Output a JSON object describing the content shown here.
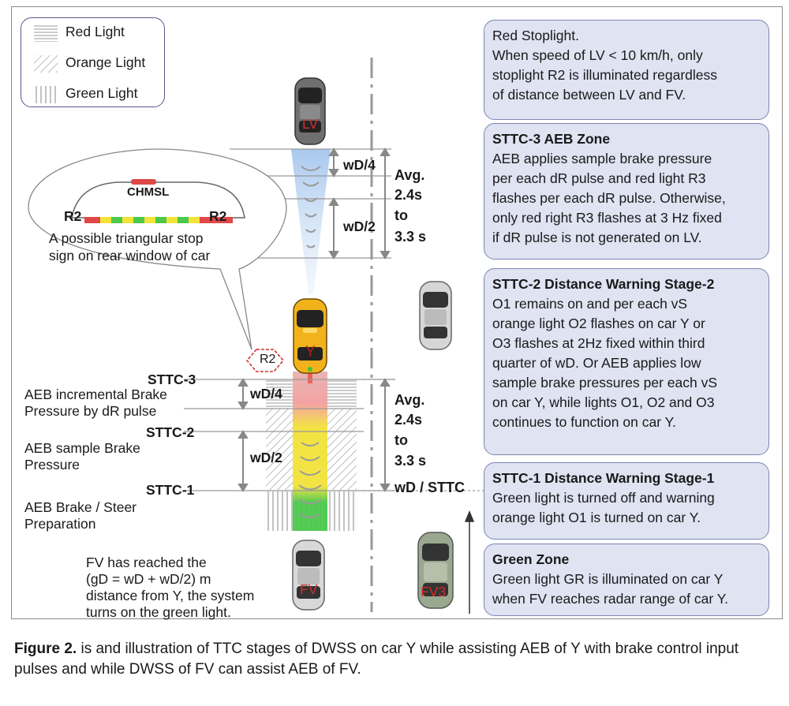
{
  "legend": {
    "red": "Red Light",
    "orange": "Orange Light",
    "green": "Green Light"
  },
  "cars": {
    "lv": "LV",
    "y": "Y",
    "fv": "FV",
    "fv3": "FV3"
  },
  "callout": {
    "chmsl": "CHMSL",
    "r2_left": "R2",
    "r2_right": "R2",
    "line1": "A possible triangular stop",
    "line2": "sign on rear window of car",
    "hex_label": "R2"
  },
  "upper_zone": {
    "wd4": "wD/4",
    "wd2": "wD/2",
    "avg1": "Avg.",
    "avg2": "2.4s",
    "avg3": "to",
    "avg4": "3.3 s"
  },
  "lower_zone": {
    "wd4": "wD/4",
    "wd2": "wD/2",
    "avg1": "Avg.",
    "avg2": "2.4s",
    "avg3": "to",
    "avg4": "3.3 s",
    "wd_sttc": "wD / STTC"
  },
  "stages": {
    "sttc3": "STTC-3",
    "sttc3_desc1": "AEB incremental Brake",
    "sttc3_desc2": "Pressure by dR pulse",
    "sttc2": "STTC-2",
    "sttc2_desc1": "AEB sample Brake",
    "sttc2_desc2": "Pressure",
    "sttc1": "STTC-1",
    "sttc1_desc1": "AEB Brake / Steer",
    "sttc1_desc2": "Preparation"
  },
  "fv_note": {
    "l1": "FV has reached the",
    "l2": "(gD = wD + wD/2) m",
    "l3": "distance from Y, the system",
    "l4": "turns on the green light."
  },
  "boxes": {
    "red_stop": {
      "l1": "Red Stoplight.",
      "l2": "When speed of LV < 10 km/h, only",
      "l3": "stoplight R2 is illuminated regardless",
      "l4": "of distance between LV and FV."
    },
    "sttc3": {
      "title": "STTC-3 AEB Zone",
      "l1": "AEB applies sample brake pressure",
      "l2": "per each dR pulse and red light R3",
      "l3": "flashes per each dR pulse. Otherwise,",
      "l4": "only red right R3 flashes at 3 Hz fixed",
      "l5": "if dR pulse is not generated on LV."
    },
    "sttc2": {
      "title": "STTC-2 Distance Warning Stage-2",
      "l1": "O1 remains on and per each vS",
      "l2": "orange light O2 flashes on car Y or",
      "l3": "O3 flashes at 2Hz fixed within third",
      "l4": "quarter of wD.  Or AEB applies low",
      "l5": "sample brake pressures per each vS",
      "l6": "on car Y, while lights O1, O2 and O3",
      "l7": "continues to function on car Y."
    },
    "sttc1": {
      "title": "STTC-1 Distance Warning Stage-1",
      "l1": "Green light is turned off and warning",
      "l2": "orange light O1 is turned on car Y."
    },
    "green": {
      "title": "Green Zone",
      "l1": "Green light GR is illuminated on car Y",
      "l2": "when FV reaches radar range of car Y."
    }
  },
  "caption": {
    "label": "Figure 2.",
    "text": " is and illustration of TTC stages of DWSS on car Y while assisting AEB of Y with brake control input pulses and while DWSS of FV can assist AEB of FV."
  },
  "colors": {
    "box_fill": "#dfe3f2",
    "box_border": "#7d86b3",
    "red": "#e03a3a",
    "orange_yellow": "#f2e33a",
    "green": "#4cc94c",
    "radar_blue": "#a9c8ee",
    "taxi": "#f2b21c"
  }
}
